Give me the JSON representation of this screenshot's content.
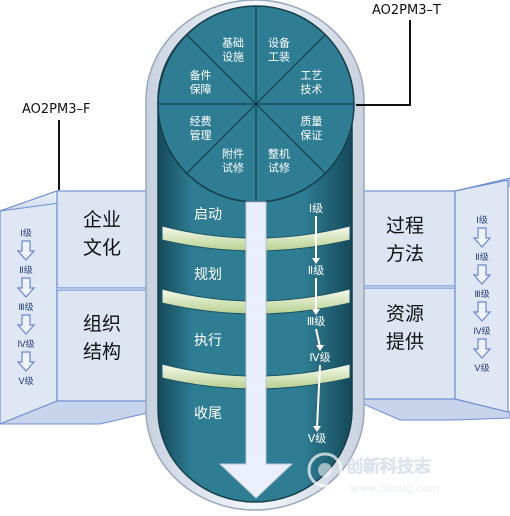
{
  "callouts": {
    "left": "AO2PM3–F",
    "right": "AO2PM3–T"
  },
  "left_block": {
    "top_label_line1": "企业",
    "top_label_line2": "文化",
    "bottom_label_line1": "组织",
    "bottom_label_line2": "结构",
    "levels": [
      "Ⅰ级",
      "Ⅱ级",
      "Ⅲ级",
      "Ⅳ级",
      "Ⅴ级"
    ]
  },
  "right_block": {
    "top_label_line1": "过程",
    "top_label_line2": "方法",
    "bottom_label_line1": "资源",
    "bottom_label_line2": "提供",
    "levels": [
      "Ⅰ级",
      "Ⅱ级",
      "Ⅲ级",
      "Ⅳ级",
      "Ⅴ级"
    ]
  },
  "pie": {
    "segments": [
      {
        "line1": "基础",
        "line2": "设施"
      },
      {
        "line1": "设备",
        "line2": "工装"
      },
      {
        "line1": "工艺",
        "line2": "技术"
      },
      {
        "line1": "质量",
        "line2": "保证"
      },
      {
        "line1": "整机",
        "line2": "试修"
      },
      {
        "line1": "附件",
        "line2": "试修"
      },
      {
        "line1": "经费",
        "line2": "管理"
      },
      {
        "line1": "备件",
        "line2": "保障"
      }
    ]
  },
  "phases": [
    "启动",
    "规划",
    "执行",
    "收尾"
  ],
  "center_levels": [
    "Ⅰ级",
    "Ⅱ级",
    "Ⅲ级",
    "Ⅳ级",
    "Ⅴ级"
  ],
  "watermark": {
    "line1": "创新科技志",
    "line2": "www.5ixnkj.com"
  },
  "colors": {
    "capsule": "#2f7d93",
    "capsule_dark": "#1d5567",
    "box_fill": "#dde5f3",
    "box_stroke": "#5a7bc8",
    "arrow": "#e9f0fb",
    "level_arrow": "#7d96d8"
  }
}
